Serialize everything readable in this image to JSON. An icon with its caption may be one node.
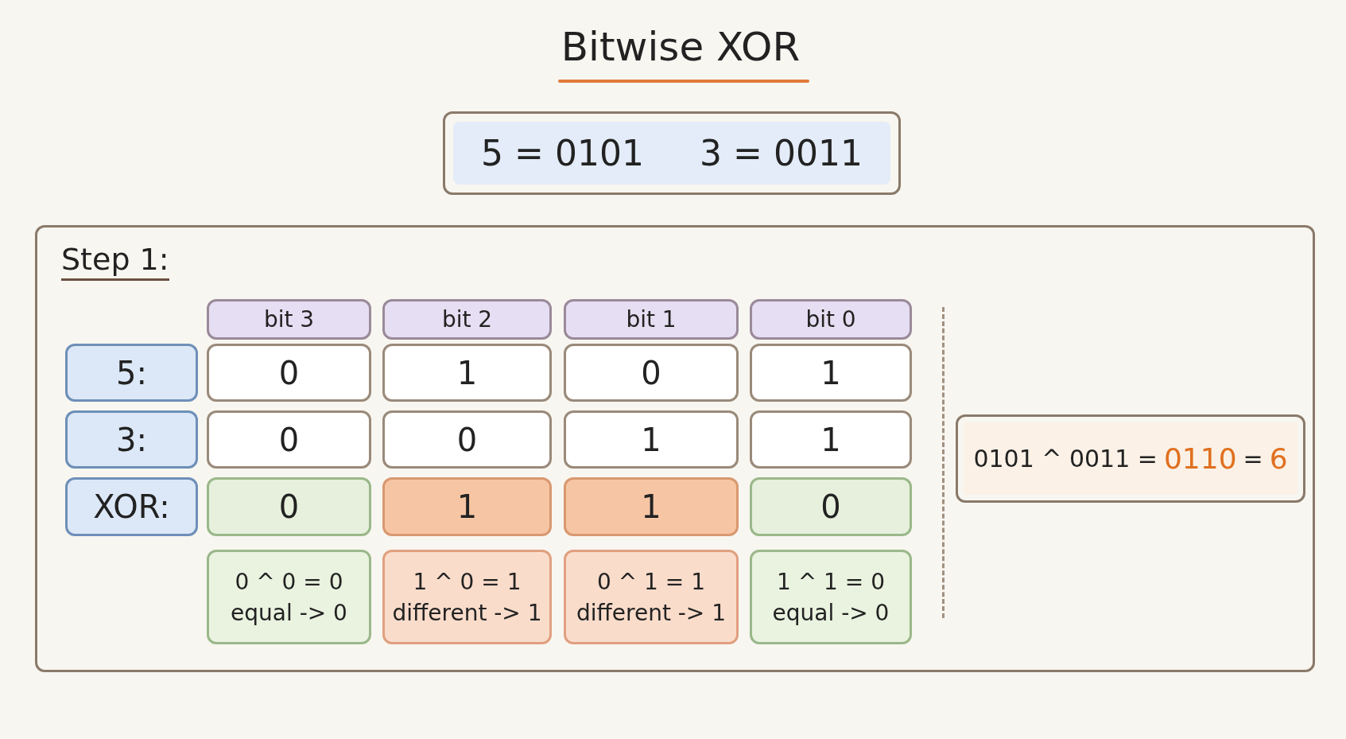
{
  "diagram": {
    "title": "Bitwise XOR",
    "nodes": [
      {
        "text": [
          "5 = 0101",
          "3 = 0011"
        ]
      },
      {
        "text": [
          "Step 1:"
        ]
      },
      {
        "text": [
          "bit 3"
        ],
        "in": 1
      },
      {
        "text": [
          "bit 2"
        ],
        "in": 1
      },
      {
        "text": [
          "bit 1"
        ],
        "in": 1
      },
      {
        "text": [
          "bit 0"
        ],
        "in": 1
      },
      {
        "text": [
          "5:"
        ],
        "in": 1
      },
      {
        "text": [
          "0"
        ],
        "in": 1
      },
      {
        "text": [
          "1"
        ],
        "in": 1
      },
      {
        "text": [
          "0"
        ],
        "in": 1
      },
      {
        "text": [
          "1"
        ],
        "in": 1
      },
      {
        "text": [
          "3:"
        ],
        "in": 1
      },
      {
        "text": [
          "0"
        ],
        "in": 1
      },
      {
        "text": [
          "0"
        ],
        "in": 1
      },
      {
        "text": [
          "1"
        ],
        "in": 1
      },
      {
        "text": [
          "1"
        ],
        "in": 1
      },
      {
        "text": [
          "XOR:"
        ],
        "in": 1
      },
      {
        "text": [
          "0"
        ],
        "in": 1
      },
      {
        "text": [
          "1"
        ],
        "in": 1
      },
      {
        "text": [
          "1"
        ],
        "in": 1
      },
      {
        "text": [
          "0"
        ],
        "in": 1
      },
      {
        "text": [
          "0 ^ 0 = 0",
          "equal -> 0"
        ],
        "in": 1
      },
      {
        "text": [
          "1 ^ 0 = 1",
          "different -> 1"
        ],
        "in": 1
      },
      {
        "text": [
          "0 ^ 1 = 1",
          "different -> 1"
        ],
        "in": 1
      },
      {
        "text": [
          "1 ^ 1 = 0",
          "equal -> 0"
        ],
        "in": 1
      },
      {
        "text": [
          "0101 ^ 0011 =",
          "0110",
          "=",
          "6"
        ],
        "in": 1
      }
    ]
  }
}
